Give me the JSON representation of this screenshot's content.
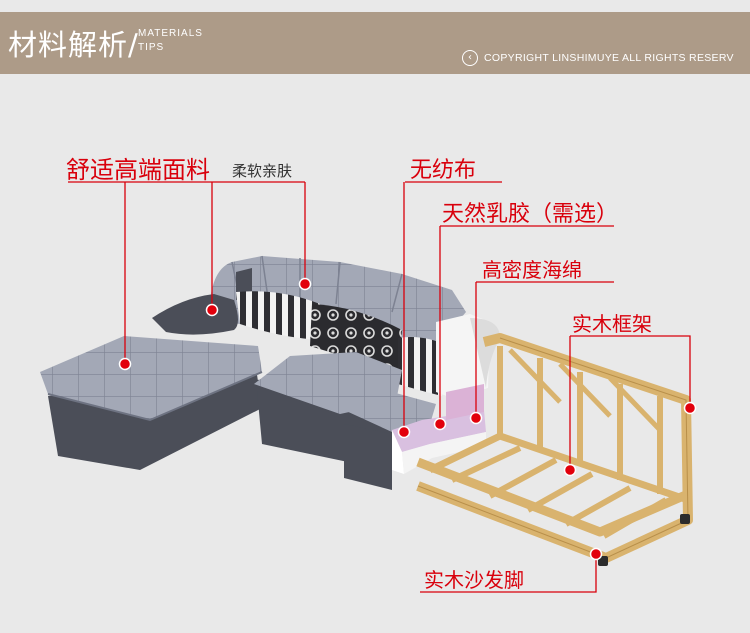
{
  "header": {
    "title": "材料解析/",
    "subtitle_line1": "MATERIALS",
    "subtitle_line2": "TIPS",
    "copyright": "COPYRIGHT LINSHIMUYE ALL RIGHTS RESERV"
  },
  "callouts": {
    "fabric": "舒适高端面料",
    "fabric_note": "柔软亲肤",
    "nonwoven": "无纺布",
    "latex": "天然乳胶（需选）",
    "foam": "高密度海绵",
    "frame": "实木框架",
    "legs": "实木沙发脚"
  },
  "colors": {
    "header_bg": "#ad9b88",
    "accent_red": "#d9000c",
    "fabric_gray": "#9ea3b2",
    "base_dark": "#4b4e58",
    "wood": "#e9c98c"
  },
  "icons": {
    "copyright": "circle-arrow-left-icon"
  }
}
